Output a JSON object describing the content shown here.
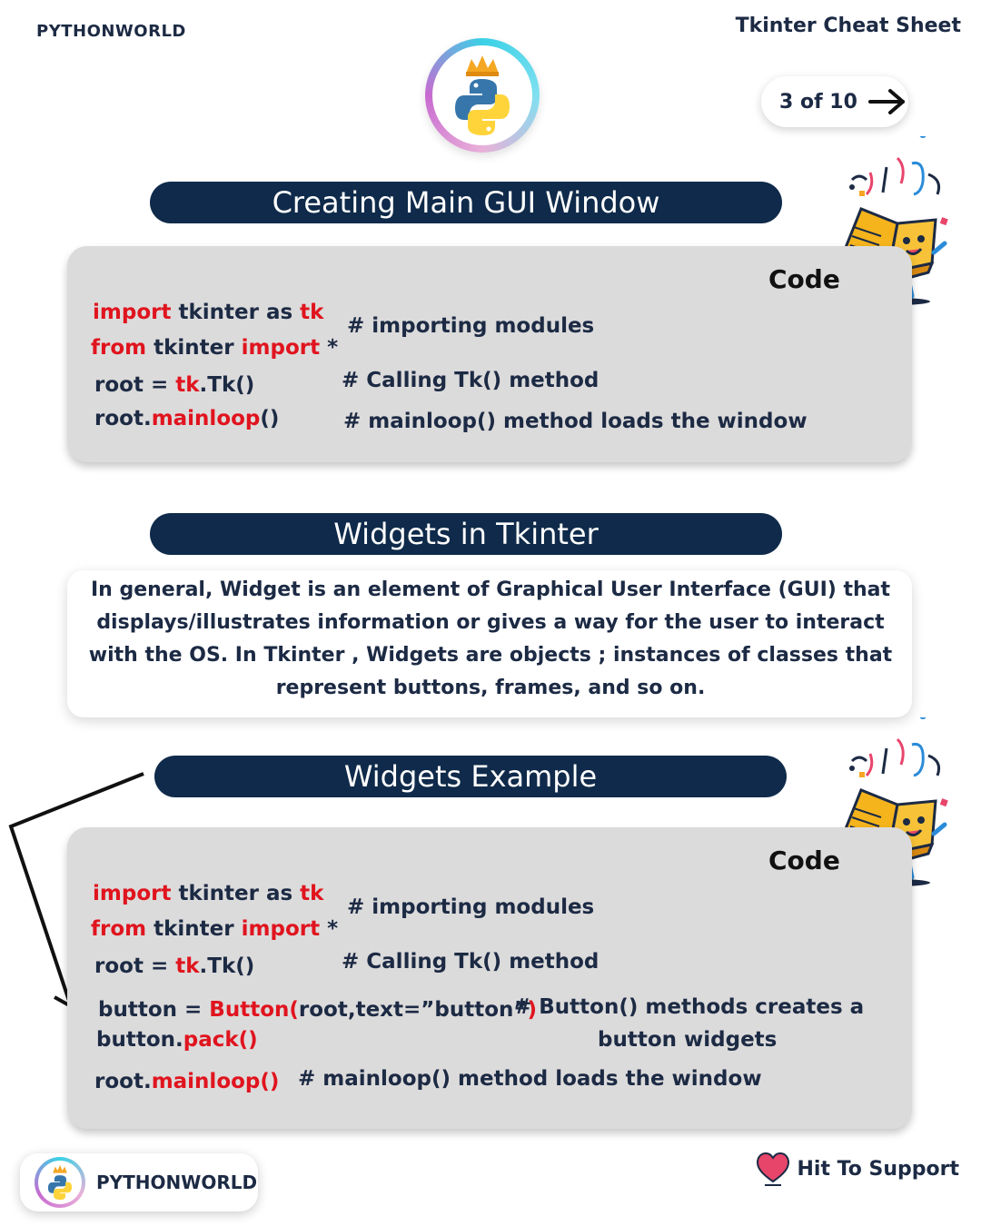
{
  "header": {
    "brand": "PYTHONWORLD",
    "series_title": "Tkinter Cheat Sheet",
    "page_indicator": "3 of 10"
  },
  "section1": {
    "title": "Creating Main GUI Window",
    "code_label": "Code",
    "lines": [
      {
        "parts": [
          {
            "t": "import",
            "kw": true
          },
          {
            "t": " tkinter as ",
            "kw": false
          },
          {
            "t": "tk",
            "kw": true
          }
        ]
      },
      {
        "parts": [
          {
            "t": "from",
            "kw": true
          },
          {
            "t": " tkinter ",
            "kw": false
          },
          {
            "t": "import",
            "kw": true
          },
          {
            "t": " *",
            "kw": false
          }
        ]
      },
      {
        "parts": [
          {
            "t": "root =  ",
            "kw": false
          },
          {
            "t": "tk",
            "kw": true
          },
          {
            "t": ".Tk()",
            "kw": false
          }
        ]
      },
      {
        "parts": [
          {
            "t": "root.",
            "kw": false
          },
          {
            "t": "mainloop",
            "kw": true
          },
          {
            "t": "()",
            "kw": false
          }
        ]
      }
    ],
    "comments": [
      "# importing modules",
      "# Calling Tk() method",
      "# mainloop() method loads the window"
    ]
  },
  "section2": {
    "title": "Widgets in Tkinter",
    "paragraph": "In general,  Widget is an element of Graphical User Interface (GUI) that displays/illustrates information or gives a way for the user to interact with the OS.  In Tkinter , Widgets are objects ; instances of classes that represent buttons, frames, and so on."
  },
  "section3": {
    "title": "Widgets Example",
    "code_label": "Code",
    "lines": [
      {
        "parts": [
          {
            "t": "import",
            "kw": true
          },
          {
            "t": " tkinter as ",
            "kw": false
          },
          {
            "t": "tk",
            "kw": true
          }
        ]
      },
      {
        "parts": [
          {
            "t": "from",
            "kw": true
          },
          {
            "t": " tkinter ",
            "kw": false
          },
          {
            "t": "import",
            "kw": true
          },
          {
            "t": " *",
            "kw": false
          }
        ]
      },
      {
        "parts": [
          {
            "t": "root =  ",
            "kw": false
          },
          {
            "t": "tk",
            "kw": true
          },
          {
            "t": ".Tk()",
            "kw": false
          }
        ]
      },
      {
        "parts": [
          {
            "t": "button = ",
            "kw": false
          },
          {
            "t": "Button(",
            "kw": true
          },
          {
            "t": "root,text=”button”",
            "kw": false
          },
          {
            "t": ")",
            "kw": true
          }
        ]
      },
      {
        "parts": [
          {
            "t": "button.",
            "kw": false
          },
          {
            "t": "pack()",
            "kw": true
          }
        ]
      },
      {
        "parts": [
          {
            "t": "root.",
            "kw": false
          },
          {
            "t": "mainloop()",
            "kw": true
          }
        ]
      }
    ],
    "comments": [
      "# importing modules",
      "# Calling Tk() method",
      "# Button() methods creates a",
      "button widgets",
      "# mainloop() method loads the window"
    ]
  },
  "footer": {
    "brand": "PYTHONWORLD",
    "support": "Hit To Support"
  },
  "colors": {
    "navy": "#0f2a4a",
    "keyword_red": "#e0141e",
    "card_gray": "#dcdbdb",
    "heart_pink": "#e8456b"
  }
}
